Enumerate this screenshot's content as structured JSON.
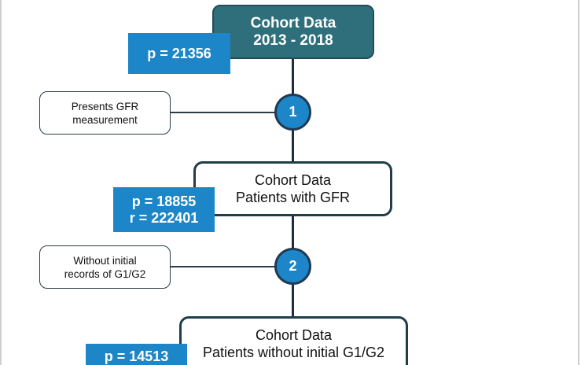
{
  "top_box": {
    "line1": "Cohort Data",
    "line2": "2013 - 2018"
  },
  "badge_top": {
    "line1": "p = 21356"
  },
  "note_1": {
    "line1": "Presents GFR",
    "line2": "measurement"
  },
  "step_1": {
    "label": "1"
  },
  "mid_box": {
    "line1": "Cohort Data",
    "line2": "Patients with GFR"
  },
  "badge_mid": {
    "line1": "p = 18855",
    "line2": "r = 222401"
  },
  "note_2": {
    "line1": "Without initial",
    "line2": "records of G1/G2"
  },
  "step_2": {
    "label": "2"
  },
  "bottom_box": {
    "line1": "Cohort Data",
    "line2": "Patients without initial G1/G2"
  },
  "badge_bottom": {
    "line1": "p = 14513"
  },
  "colors": {
    "header_fill": "#2f6f7c",
    "badge_fill": "#1d86c8",
    "border": "#1f3d4a"
  }
}
